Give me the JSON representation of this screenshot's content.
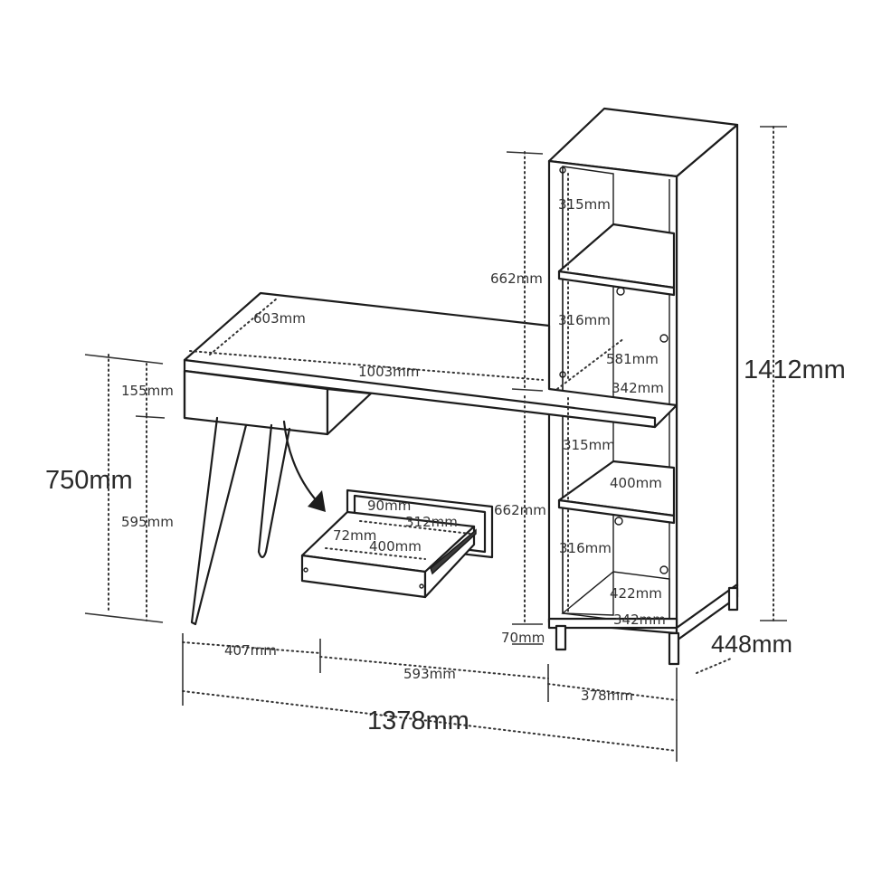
{
  "overall": {
    "total_height": "1412mm",
    "total_depth": "448mm",
    "total_width": "1378mm",
    "desk_height": "750mm"
  },
  "desk": {
    "top_depth": "603mm",
    "top_length": "1003mm",
    "drawer_height": "155mm",
    "leg_height": "595mm"
  },
  "drawer": {
    "front_height": "90mm",
    "inner_depth": "312mm",
    "side_height": "72mm",
    "inner_width": "400mm"
  },
  "shelf_unit": {
    "upper_section_height": "662mm",
    "lower_section_height": "662mm",
    "base_height": "70mm",
    "upper_compartment_1": "315mm",
    "upper_compartment_2": "316mm",
    "lower_compartment_1": "315mm",
    "lower_compartment_2": "316mm",
    "desk_depth_at_unit": "581mm",
    "upper_shelf_depth": "342mm",
    "middle_shelf_width": "400mm",
    "bottom_shelf_width": "422mm",
    "bottom_shelf_depth": "342mm"
  },
  "footprint": {
    "leg_offset": "407mm",
    "desk_span": "593mm",
    "unit_width": "378mm"
  }
}
